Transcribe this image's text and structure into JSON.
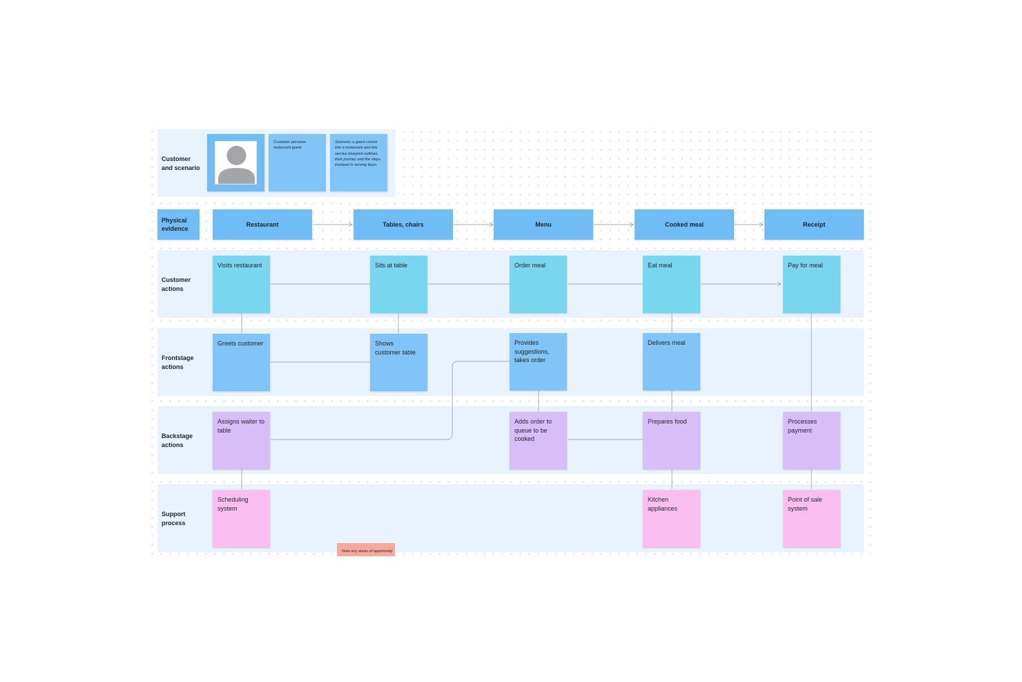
{
  "lanes": {
    "customer_scenario": [
      "Customer",
      "and scenario"
    ],
    "physical_evidence": [
      "Physical",
      "evidence"
    ],
    "customer_actions": [
      "Customer",
      "actions"
    ],
    "frontstage_actions": [
      "Frontstage",
      "actions"
    ],
    "backstage_actions": [
      "Backstage",
      "actions"
    ],
    "support_process": [
      "Support",
      "process"
    ]
  },
  "persona_note": "Customer persona: restaurant guest",
  "scenario_note": "Scenario: a guest comes into a restaurant and this service blueprint outlines their journey and the steps involved in serving them.",
  "evidence": [
    "Restaurant",
    "Tables, chairs",
    "Menu",
    "Cooked meal",
    "Receipt"
  ],
  "customer_actions": [
    "Visits restaurant",
    "Sits at table",
    "Order meal",
    "Eat meal",
    "Pay for meal"
  ],
  "frontstage_actions": [
    "Greets customer",
    "Shows customer table",
    "Provides suggestions, takes order",
    "Delivers meal"
  ],
  "backstage_actions": [
    "Assigns waiter to table",
    "Adds order to queue to be cooked",
    "Prepares food",
    "Processes payment"
  ],
  "support_process": [
    "Scheduling system",
    "Kitchen appliances",
    "Point of sale system"
  ],
  "footer_note": "Note any areas of opportunity",
  "colors": {
    "lane_bg": "#e8f3fd",
    "evidence": "#6fbcf6",
    "customer_action": "#78d6ee",
    "frontstage": "#80c4f8",
    "backstage": "#d9bdf8",
    "support": "#fbbef0",
    "note": "#f7a89f",
    "connector": "#a8adb3"
  },
  "icons": {
    "persona": "user-avatar-icon"
  }
}
